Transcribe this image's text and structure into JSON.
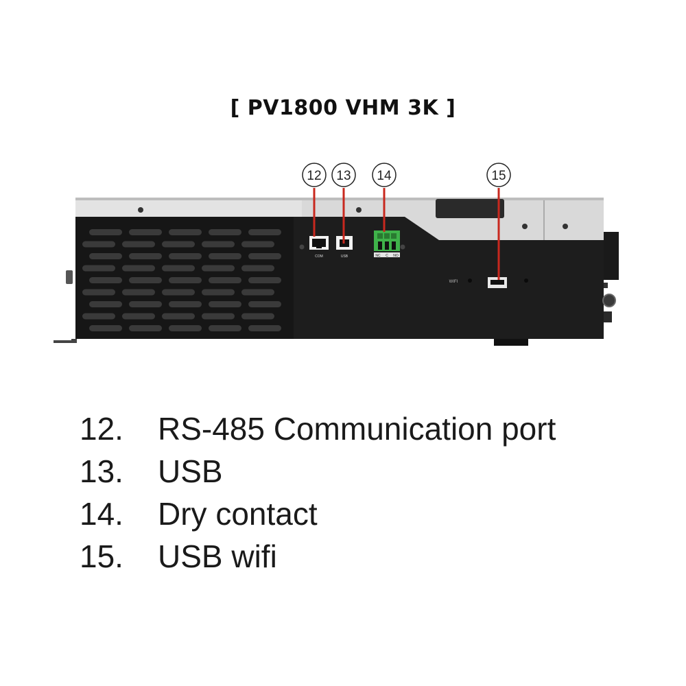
{
  "title": "[ PV1800 VHM 3K ]",
  "device": {
    "port_labels": {
      "com": "COM",
      "usb": "USB",
      "wifi": "WIFI"
    },
    "terminal_labels": [
      "NC",
      "C",
      "NO"
    ],
    "colors": {
      "callout_line": "#c8281e",
      "terminal": "#3fb24a",
      "body": "#1b1b1b",
      "panel_light": "#d9d9d9"
    }
  },
  "callouts": [
    "12",
    "13",
    "14",
    "15"
  ],
  "items": [
    {
      "num": "12.",
      "text": "RS-485 Communication port"
    },
    {
      "num": "13.",
      "text": "USB"
    },
    {
      "num": "14.",
      "text": "Dry contact"
    },
    {
      "num": "15.",
      "text": "USB wifi"
    }
  ]
}
